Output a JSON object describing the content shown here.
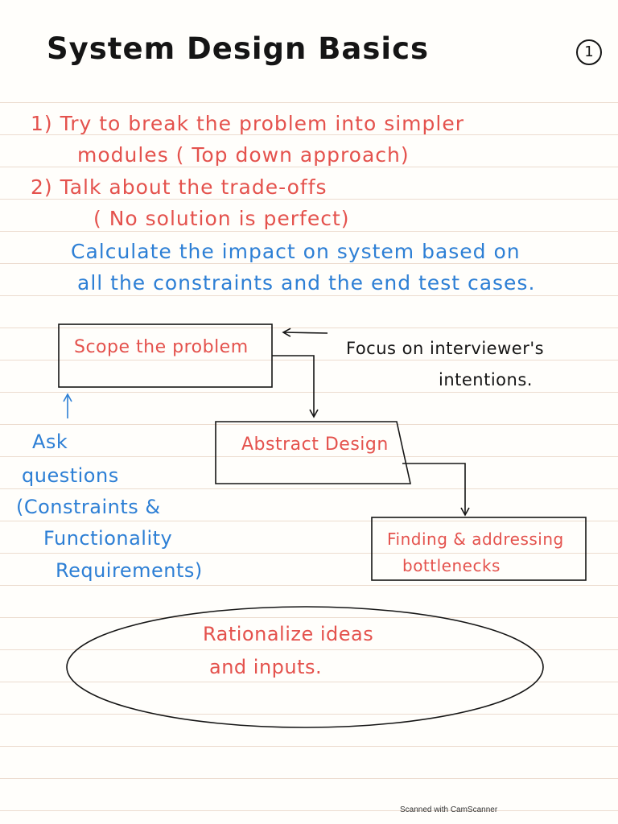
{
  "title": "System Design Basics",
  "page_number": "1",
  "notes": [
    {
      "text": "1) Try to break the problem into simpler",
      "color": "#e4524d"
    },
    {
      "text": "modules ( Top down approach)",
      "color": "#e4524d"
    },
    {
      "text": "2) Talk about the trade-offs",
      "color": "#e4524d"
    },
    {
      "text": "( No solution is perfect)",
      "color": "#e4524d"
    },
    {
      "text": "Calculate the impact on system based on",
      "color": "#2d7fd5"
    },
    {
      "text": "all the constraints and the end test cases.",
      "color": "#2d7fd5"
    }
  ],
  "flowchart": {
    "scope": "Scope the problem",
    "focus_line1": "Focus on interviewer's",
    "focus_line2": "intentions.",
    "abstract": "Abstract Design",
    "bottleneck_line1": "Finding & addressing",
    "bottleneck_line2": "bottlenecks",
    "ask": [
      "Ask",
      "questions",
      "(Constraints &",
      "Functionality",
      "Requirements)"
    ],
    "rationalize_line1": "Rationalize ideas",
    "rationalize_line2": "and inputs."
  },
  "footer": "Scanned with CamScanner",
  "colors": {
    "ink_black": "#151515",
    "ink_red": "#e4524d",
    "ink_blue": "#2d7fd5"
  }
}
